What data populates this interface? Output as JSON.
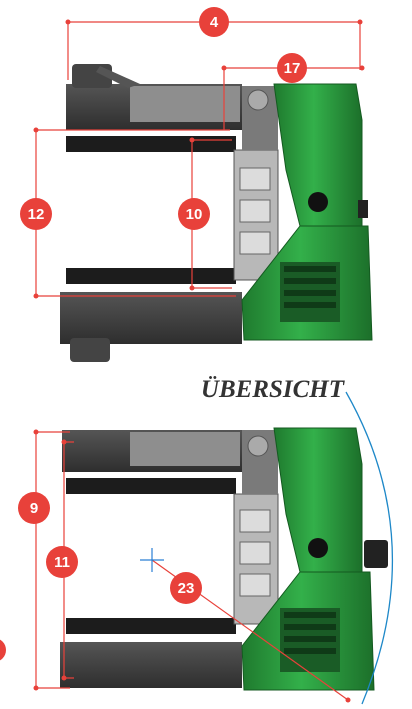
{
  "view_title": "ÜBERSICHT",
  "colors": {
    "dimension": "#e8413a",
    "arc": "#1e88c8",
    "cursor": "#2a7fd4",
    "machine_green": "#2ea043",
    "machine_dark": "#3c3c3c",
    "machine_gray": "#8a8a8a"
  },
  "markers": [
    {
      "id": "m4",
      "label": "4"
    },
    {
      "id": "m17",
      "label": "17"
    },
    {
      "id": "m12",
      "label": "12"
    },
    {
      "id": "m10",
      "label": "10"
    },
    {
      "id": "m9",
      "label": "9"
    },
    {
      "id": "m11",
      "label": "11"
    },
    {
      "id": "m23",
      "label": "23"
    }
  ]
}
